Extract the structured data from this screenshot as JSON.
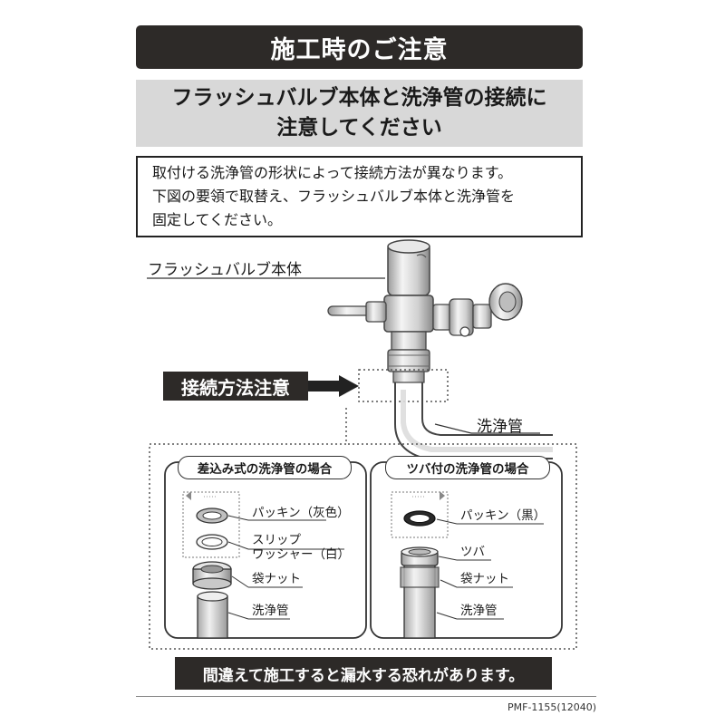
{
  "header": {
    "title": "施工時のご注意",
    "subtitle_line1": "フラッシュバルブ本体と洗浄管の接続に",
    "subtitle_line2": "注意してください"
  },
  "notice": {
    "line1": "取付ける洗浄管の形状によって接続方法が異なります。",
    "line2": "下図の要領で取替え、フラッシュバルブ本体と洗浄管を",
    "line3": "固定してください。"
  },
  "diagram": {
    "valve_label": "フラッシュバルブ本体",
    "connection_tag": "接続方法注意",
    "pipe_label": "洗浄管",
    "left_panel": {
      "title": "差込み式の洗浄管の場合",
      "packing": "パッキン（灰色）",
      "slip_line1": "スリップ",
      "slip_line2": "ワッシャー（白）",
      "nut": "袋ナット",
      "pipe": "洗浄管"
    },
    "right_panel": {
      "title": "ツバ付の洗浄管の場合",
      "packing": "パッキン（黒）",
      "flange": "ツバ",
      "nut": "袋ナット",
      "pipe": "洗浄管"
    }
  },
  "warning": "間違えて施工すると漏水する恐れがあります。",
  "doc_code": "PMF-1155(12040)"
}
